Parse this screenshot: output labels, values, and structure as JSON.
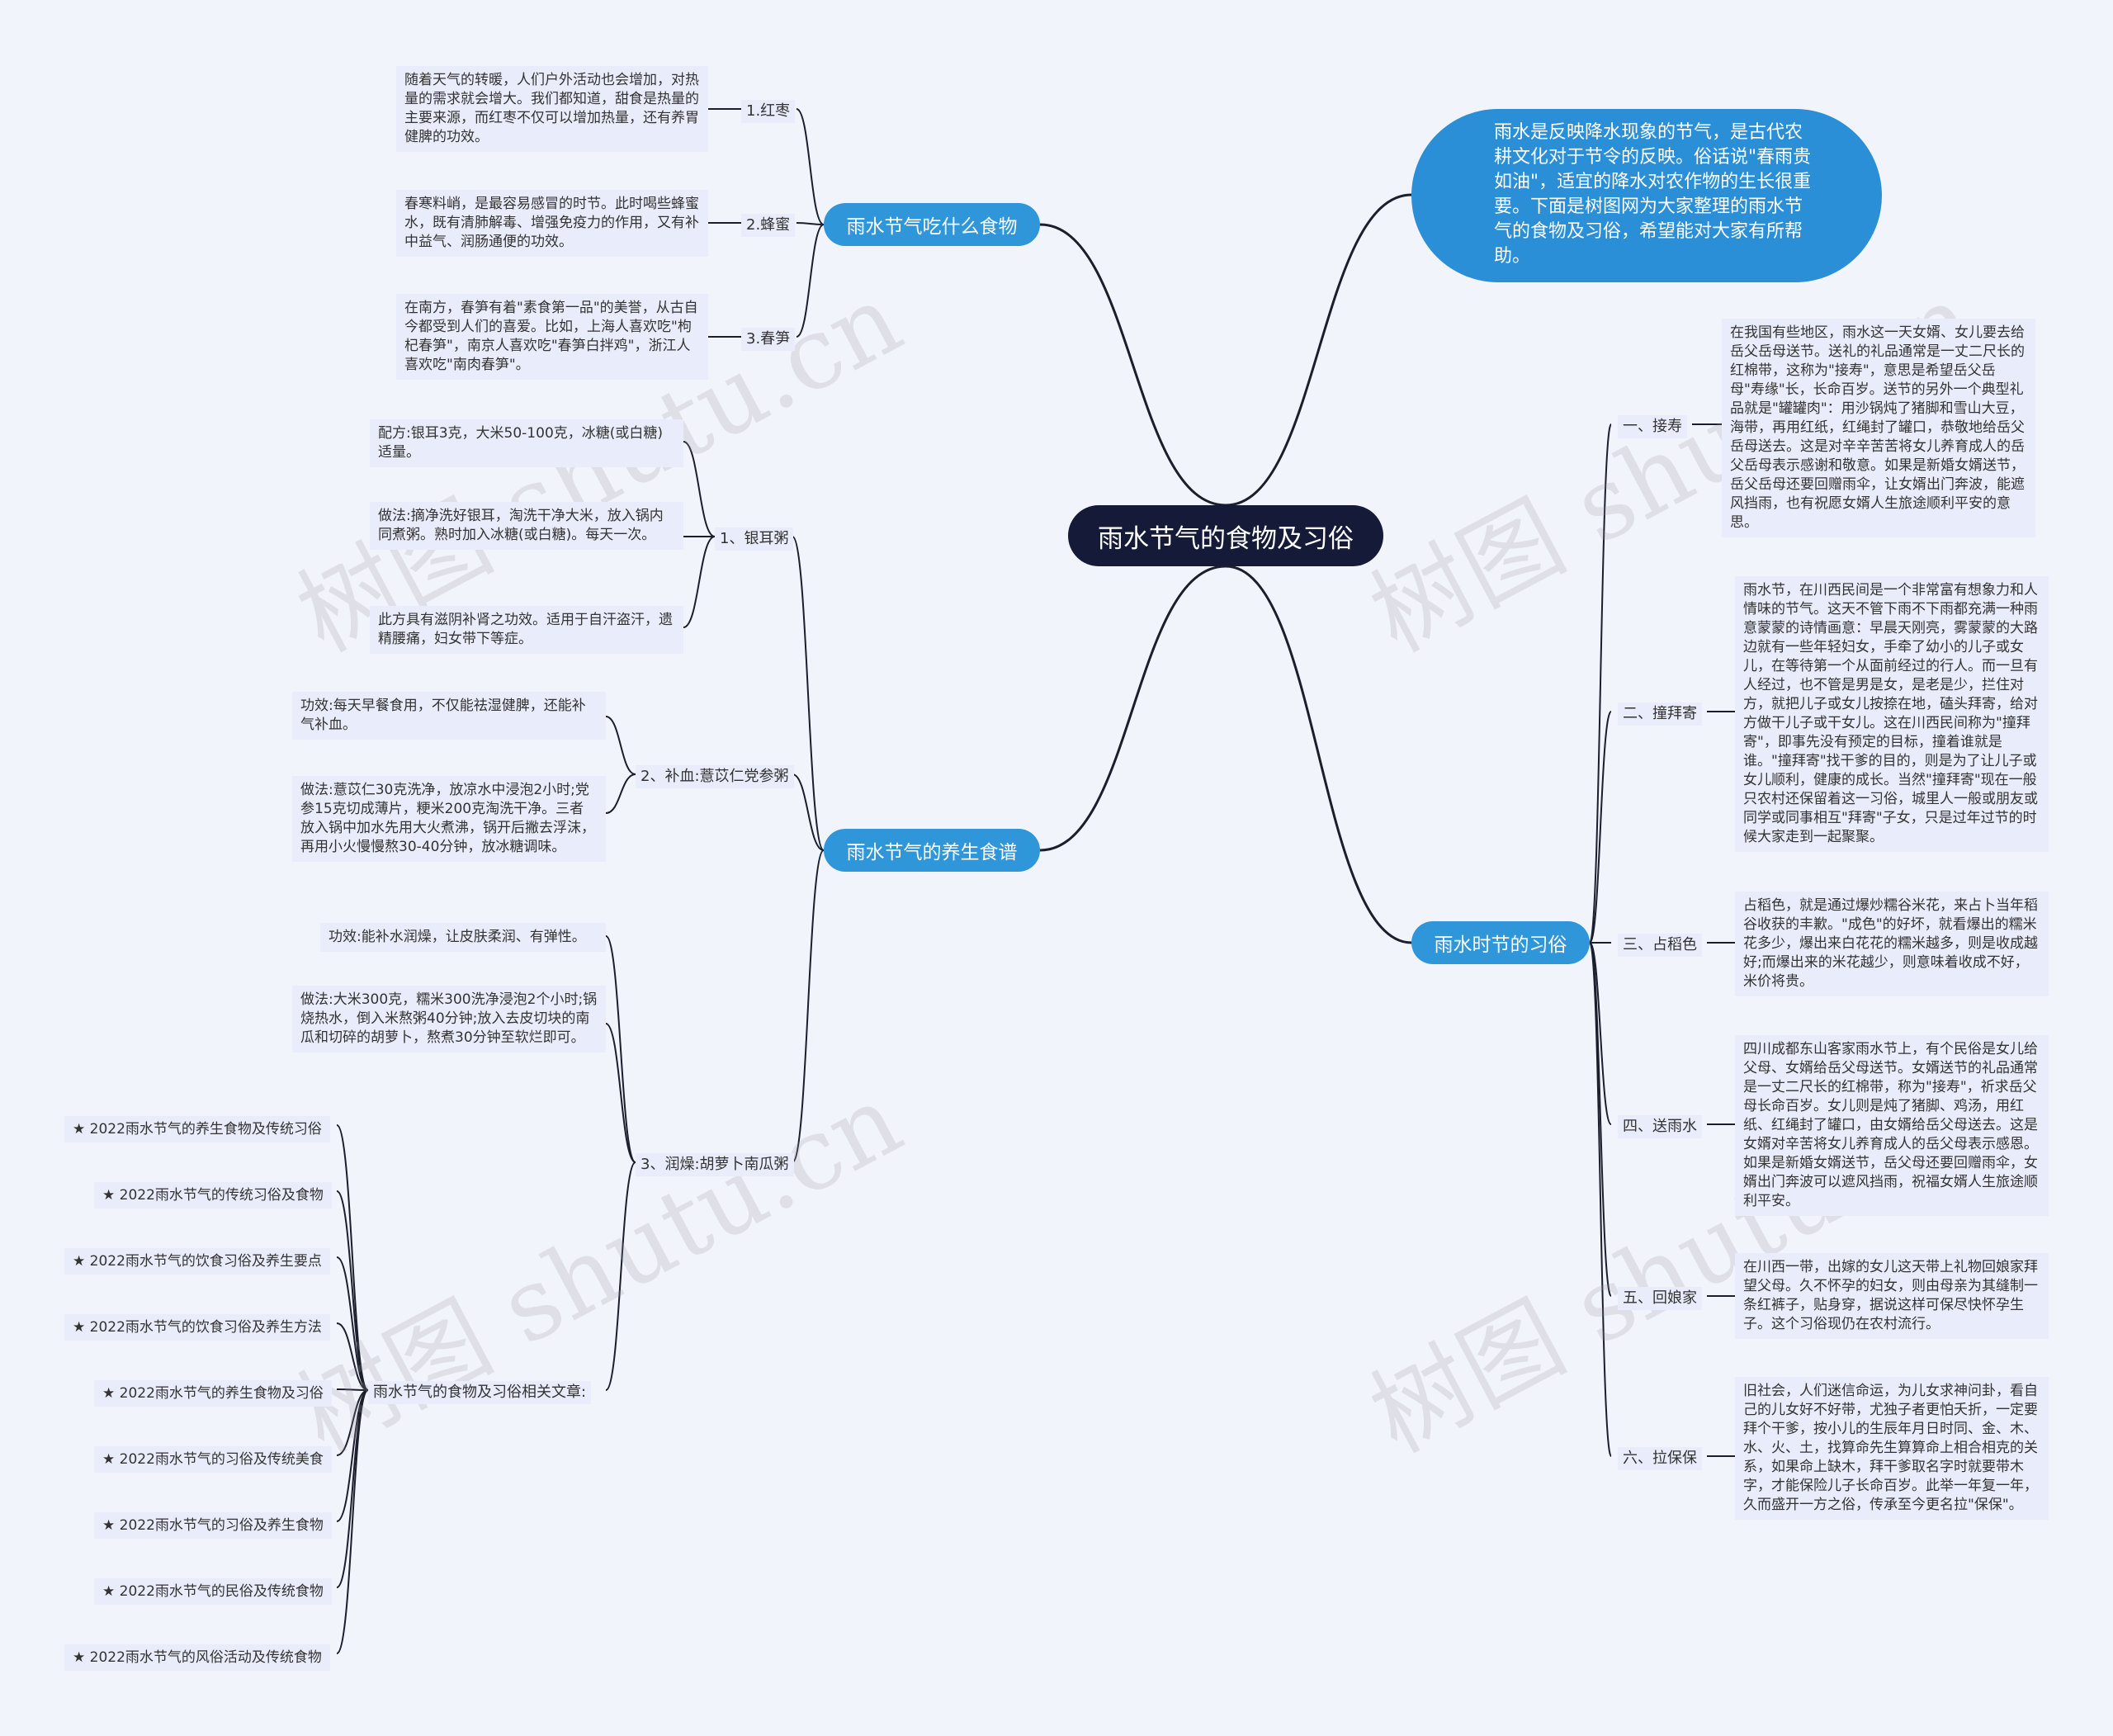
{
  "root": "雨水节气的食物及习俗",
  "intro": "雨水是反映降水现象的节气，是古代农耕文化对于节令的反映。俗话说\"春雨贵如油\"，适宜的降水对农作物的生长很重要。下面是树图网为大家整理的雨水节气的食物及习俗，希望能对大家有所帮助。",
  "watermark": "树图 shutu.cn",
  "food": {
    "label": "雨水节气吃什么食物",
    "items": [
      {
        "label": "1.红枣",
        "note": "随着天气的转暖，人们户外活动也会增加，对热量的需求就会增大。我们都知道，甜食是热量的主要来源，而红枣不仅可以增加热量，还有养胃健脾的功效。"
      },
      {
        "label": "2.蜂蜜",
        "note": "春寒料峭，是最容易感冒的时节。此时喝些蜂蜜水，既有清肺解毒、增强免疫力的作用，又有补中益气、润肠通便的功效。"
      },
      {
        "label": "3.春笋",
        "note": "在南方，春笋有着\"素食第一品\"的美誉，从古自今都受到人们的喜爱。比如，上海人喜欢吃\"枸杞春笋\"，南京人喜欢吃\"春笋白拌鸡\"，浙江人喜欢吃\"南肉春笋\"。"
      }
    ]
  },
  "recipe": {
    "label": "雨水节气的养生食谱",
    "items": [
      {
        "label": "1、银耳粥",
        "notes": [
          "配方:银耳3克，大米50-100克，冰糖(或白糖)适量。",
          "做法:摘净洗好银耳，淘洗干净大米，放入锅内同煮粥。熟时加入冰糖(或白糖)。每天一次。",
          "此方具有滋阴补肾之功效。适用于自汗盗汗，遗精腰痛，妇女带下等症。"
        ]
      },
      {
        "label": "2、补血:薏苡仁党参粥",
        "notes": [
          "功效:每天早餐食用，不仅能祛湿健脾，还能补气补血。",
          "做法:薏苡仁30克洗净，放凉水中浸泡2小时;党参15克切成薄片，粳米200克淘洗干净。三者放入锅中加水先用大火煮沸，锅开后撇去浮沫，再用小火慢慢熬30-40分钟，放冰糖调味。"
        ]
      },
      {
        "label": "3、润燥:胡萝卜南瓜粥",
        "notes": [
          "功效:能补水润燥，让皮肤柔润、有弹性。",
          "做法:大米300克，糯米300洗净浸泡2个小时;锅烧热水，倒入米熬粥40分钟;放入去皮切块的南瓜和切碎的胡萝卜，熬煮30分钟至软烂即可。"
        ],
        "related_label": "雨水节气的食物及习俗相关文章:",
        "related": [
          "★ 2022雨水节气的养生食物及传统习俗",
          "★ 2022雨水节气的传统习俗及食物",
          "★ 2022雨水节气的饮食习俗及养生要点",
          "★ 2022雨水节气的饮食习俗及养生方法",
          "★ 2022雨水节气的养生食物及习俗",
          "★ 2022雨水节气的习俗及传统美食",
          "★ 2022雨水节气的习俗及养生食物",
          "★ 2022雨水节气的民俗及传统食物",
          "★ 2022雨水节气的风俗活动及传统食物"
        ]
      }
    ]
  },
  "customs": {
    "label": "雨水时节的习俗",
    "items": [
      {
        "label": "一、接寿",
        "note": "在我国有些地区，雨水这一天女婿、女儿要去给岳父岳母送节。送礼的礼品通常是一丈二尺长的红棉带，这称为\"接寿\"，意思是希望岳父岳母\"寿缘\"长，长命百岁。送节的另外一个典型礼品就是\"罐罐肉\"：用沙锅炖了猪脚和雪山大豆，海带，再用红纸，红绳封了罐口，恭敬地给岳父岳母送去。这是对辛辛苦苦将女儿养育成人的岳父岳母表示感谢和敬意。如果是新婚女婿送节，岳父岳母还要回赠雨伞，让女婿出门奔波，能遮风挡雨，也有祝愿女婿人生旅途顺利平安的意思。"
      },
      {
        "label": "二、撞拜寄",
        "note": "雨水节，在川西民间是一个非常富有想象力和人情味的节气。这天不管下雨不下雨都充满一种雨意蒙蒙的诗情画意：早晨天刚亮，雾蒙蒙的大路边就有一些年轻妇女，手牵了幼小的儿子或女儿，在等待第一个从面前经过的行人。而一旦有人经过，也不管是男是女，是老是少，拦住对方，就把儿子或女儿按捺在地，磕头拜寄，给对方做干儿子或干女儿。这在川西民间称为\"撞拜寄\"，即事先没有预定的目标，撞着谁就是谁。\"撞拜寄\"找干爹的目的，则是为了让儿子或女儿顺利，健康的成长。当然\"撞拜寄\"现在一般只农村还保留着这一习俗，城里人一般或朋友或同学或同事相互\"拜寄\"子女，只是过年过节的时候大家走到一起聚聚。"
      },
      {
        "label": "三、占稻色",
        "note": "占稻色，就是通过爆炒糯谷米花，来占卜当年稻谷收获的丰歉。\"成色\"的好坏，就看爆出的糯米花多少，爆出来白花花的糯米越多，则是收成越好;而爆出来的米花越少，则意味着收成不好，米价将贵。"
      },
      {
        "label": "四、送雨水",
        "note": "四川成都东山客家雨水节上，有个民俗是女儿给父母、女婿给岳父母送节。女婿送节的礼品通常是一丈二尺长的红棉带，称为\"接寿\"，祈求岳父母长命百岁。女儿则是炖了猪脚、鸡汤，用红纸、红绳封了罐口，由女婿给岳父母送去。这是女婿对辛苦将女儿养育成人的岳父母表示感恩。如果是新婚女婿送节，岳父母还要回赠雨伞，女婿出门奔波可以遮风挡雨，祝福女婿人生旅途顺利平安。"
      },
      {
        "label": "五、回娘家",
        "note": "在川西一带，出嫁的女儿这天带上礼物回娘家拜望父母。久不怀孕的妇女，则由母亲为其缝制一条红裤子，贴身穿，据说这样可保尽快怀孕生子。这个习俗现仍在农村流行。"
      },
      {
        "label": "六、拉保保",
        "note": "旧社会，人们迷信命运，为儿女求神问卦，看自己的儿女好不好带，尤独子者更怕夭折，一定要拜个干爹，按小儿的生辰年月日时同、金、木、水、火、土，找算命先生算算命上相合相克的关系，如果命上缺木，拜干爹取名字时就要带木字，才能保险儿子长命百岁。此举一年复一年，久而盛开一方之俗，传承至今更名拉\"保保\"。"
      }
    ]
  },
  "colors": {
    "background": "#f2f4fc",
    "root_fill": "#141a38",
    "branch_fill": "#2f96d9",
    "intro_fill": "#2a8fd6",
    "line": "#1b1e2b",
    "note_fill": "#e9ecfa"
  }
}
